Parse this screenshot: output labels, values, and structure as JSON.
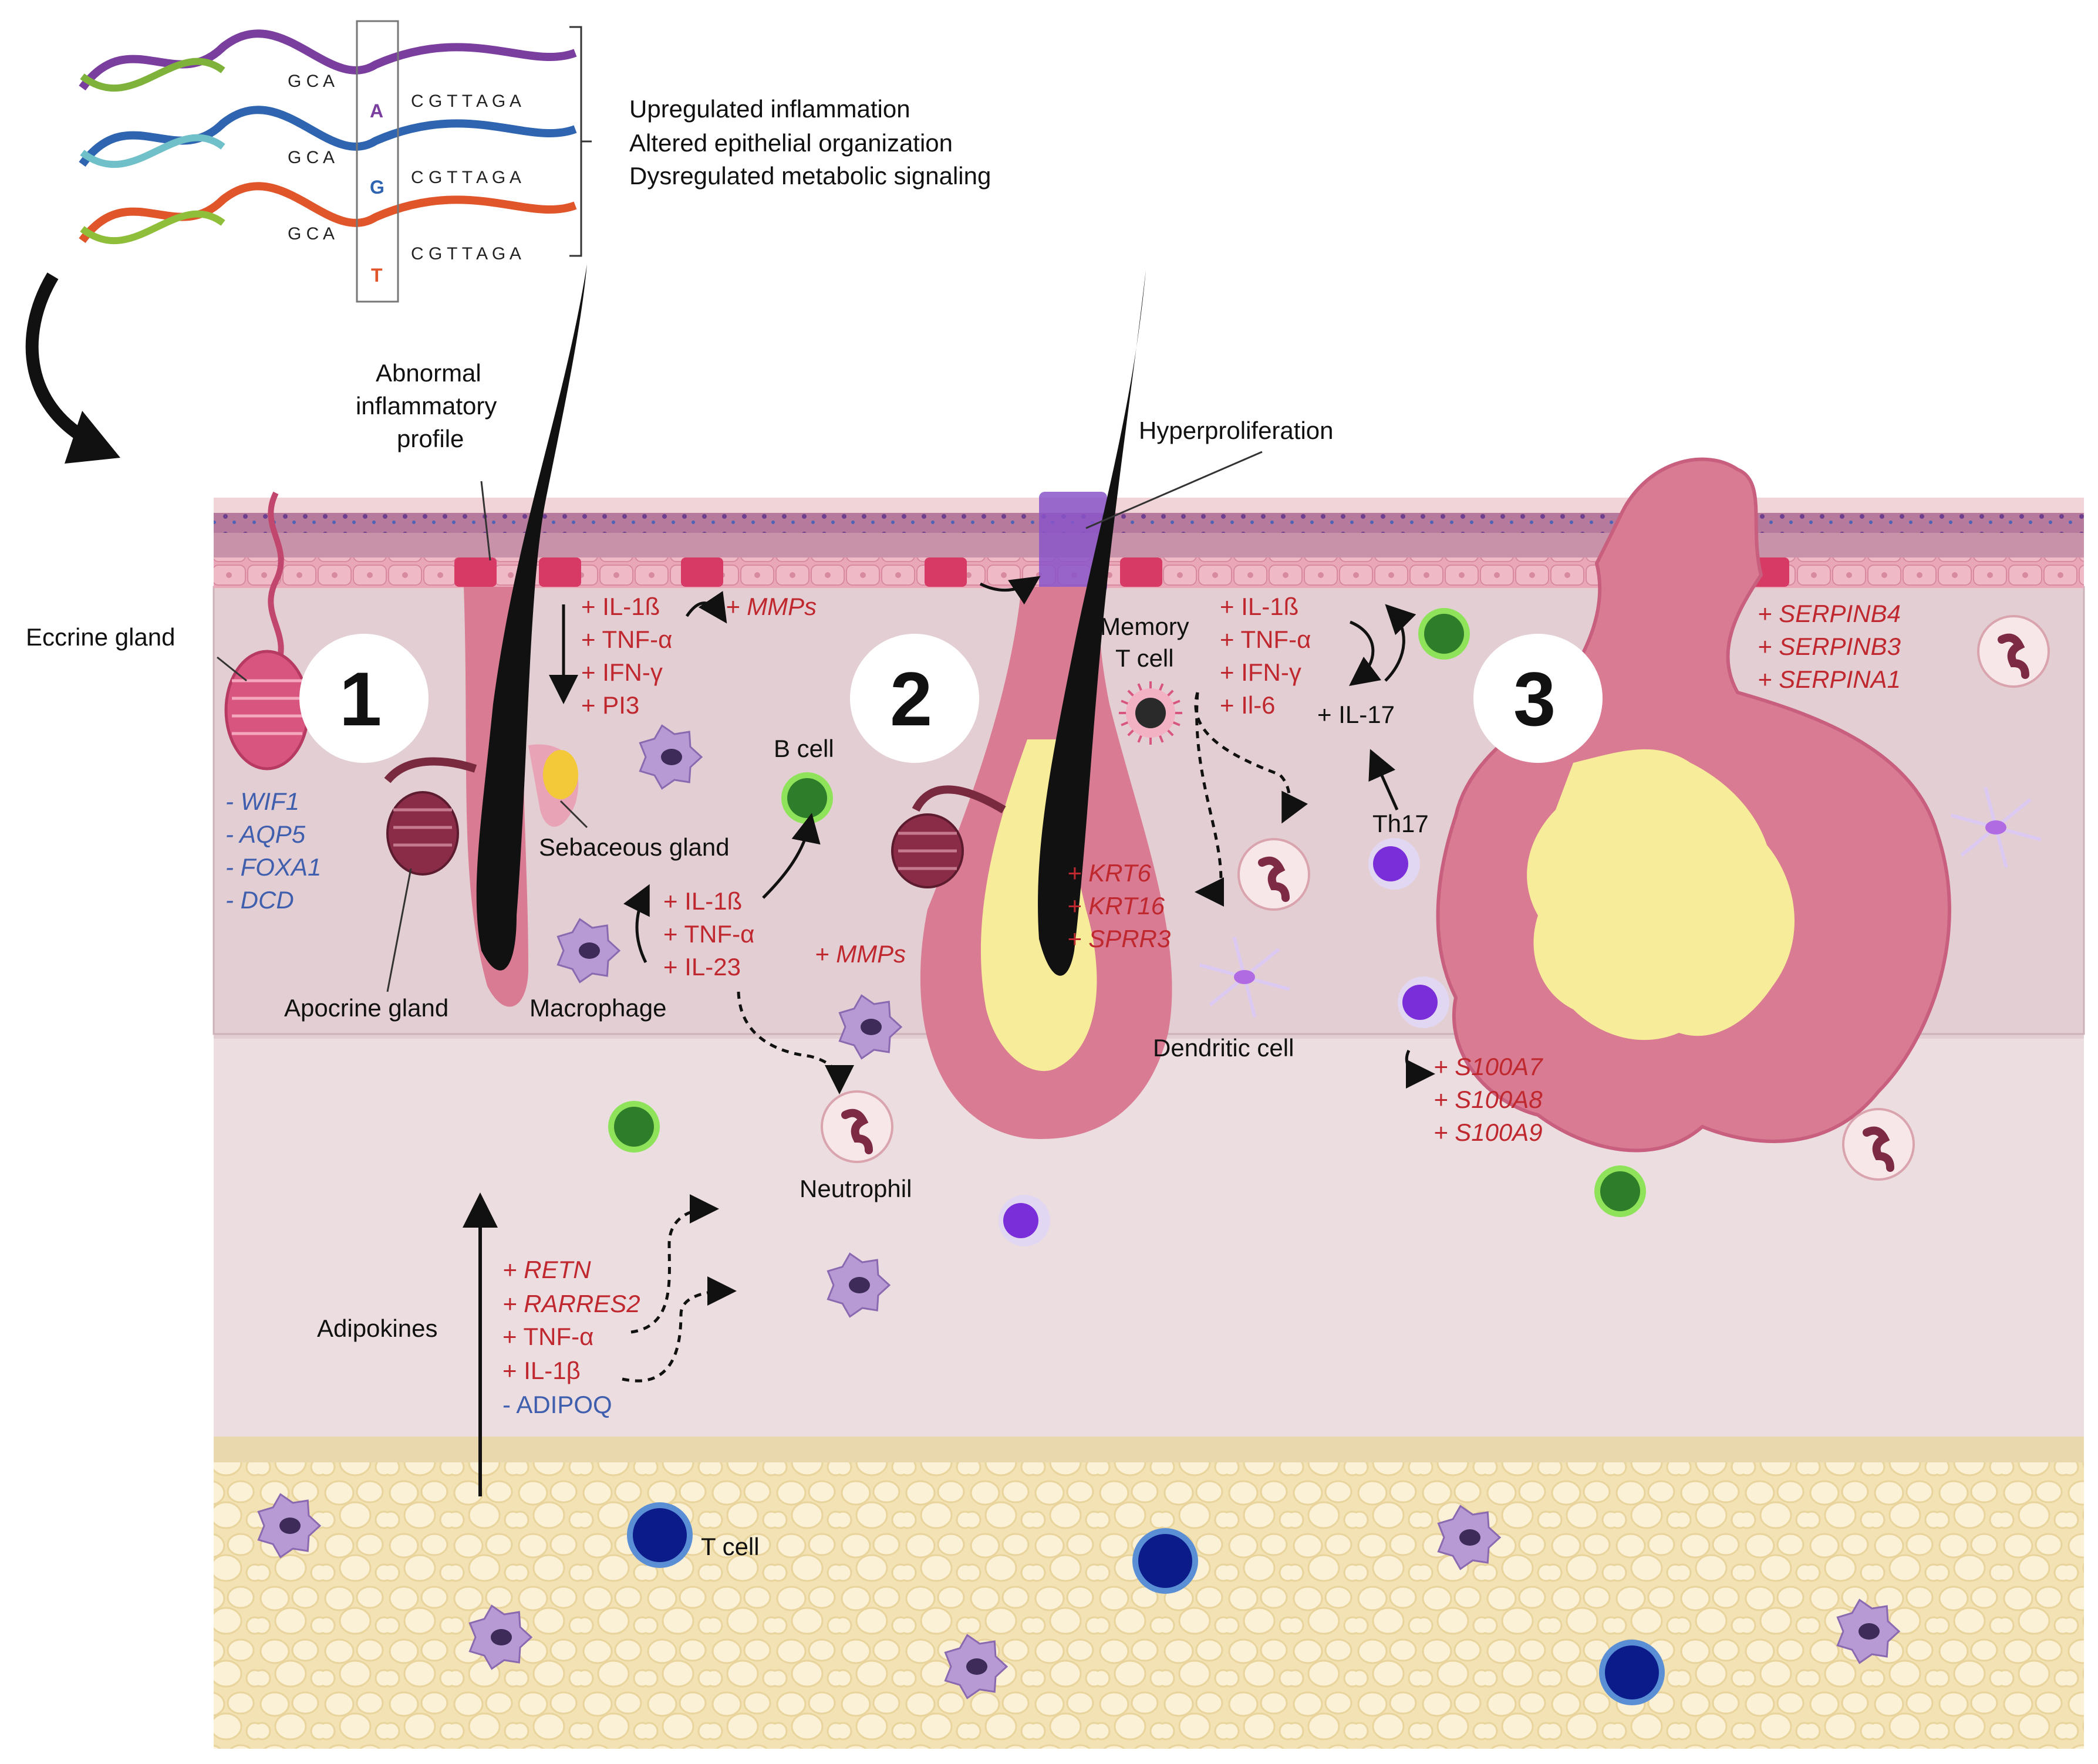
{
  "dna": {
    "strands": [
      {
        "left": "G C A",
        "variant": "A",
        "right": "C G T T A G A",
        "color": "#7a3f9e"
      },
      {
        "left": "G C A",
        "variant": "G",
        "right": "C G T T A G A",
        "color": "#2f64b0"
      },
      {
        "left": "G C A",
        "variant": "T",
        "right": "C G T T A G A",
        "color": "#e0552a"
      }
    ],
    "effects": [
      "Upregulated inflammation",
      "Altered epithelial organization",
      "Dysregulated metabolic signaling"
    ]
  },
  "stages": [
    "1",
    "2",
    "3"
  ],
  "labels": {
    "abnormal": [
      "Abnormal",
      "inflammatory",
      "profile"
    ],
    "hyperproliferation": "Hyperproliferation",
    "eccrine_gland": "Eccrine gland",
    "apocrine_gland": "Apocrine gland",
    "sebaceous_gland": "Sebaceous gland",
    "macrophage": "Macrophage",
    "b_cell": "B cell",
    "memory_t_cell": [
      "Memory",
      "T cell"
    ],
    "dendritic_cell": "Dendritic cell",
    "th17": "Th17",
    "neutrophil": "Neutrophil",
    "adipokines": "Adipokines",
    "t_cell": "T cell"
  },
  "markers": {
    "eccrine_down": [
      "- WIF1",
      "- AQP5",
      "- FOXA1",
      "- DCD"
    ],
    "stage1_cytokines": [
      "+ IL-1ß",
      "+ TNF-α",
      "+ IFN-γ",
      "+ PI3"
    ],
    "stage1_mmps": "+ MMPs",
    "macrophage_cytokines": [
      "+ IL-1ß",
      "+ TNF-α",
      "+ IL-23"
    ],
    "dermis_mmps": "+ MMPs",
    "keratins": [
      "+ KRT6",
      "+ KRT16",
      "+ SPRR3"
    ],
    "stage2_cytokines": [
      "+ IL-1ß",
      "+ TNF-α",
      "+ IFN-γ",
      "+ Il-6"
    ],
    "il17": "+ IL-17",
    "serpins": [
      "+ SERPINB4",
      "+ SERPINB3",
      "+ SERPINA1"
    ],
    "s100": [
      "+ S100A7",
      "+ S100A8",
      "+ S100A9"
    ],
    "adipokine_up_italic": [
      "+ RETN",
      "+ RARRES2"
    ],
    "adipokine_up": [
      "+ TNF-α",
      "+ IL-1β"
    ],
    "adipokine_down": "- ADIPOQ"
  },
  "colors": {
    "epidermis": "#e9a6b6",
    "dermis_upper": "#e3cfd3",
    "dermis_lower": "#ecdde0",
    "fat": "#f6e9c6",
    "lesion": "#d97b92",
    "pus": "#f7ec9a",
    "hair": "#111111",
    "up": "#c0282f",
    "down": "#3f5fae"
  }
}
